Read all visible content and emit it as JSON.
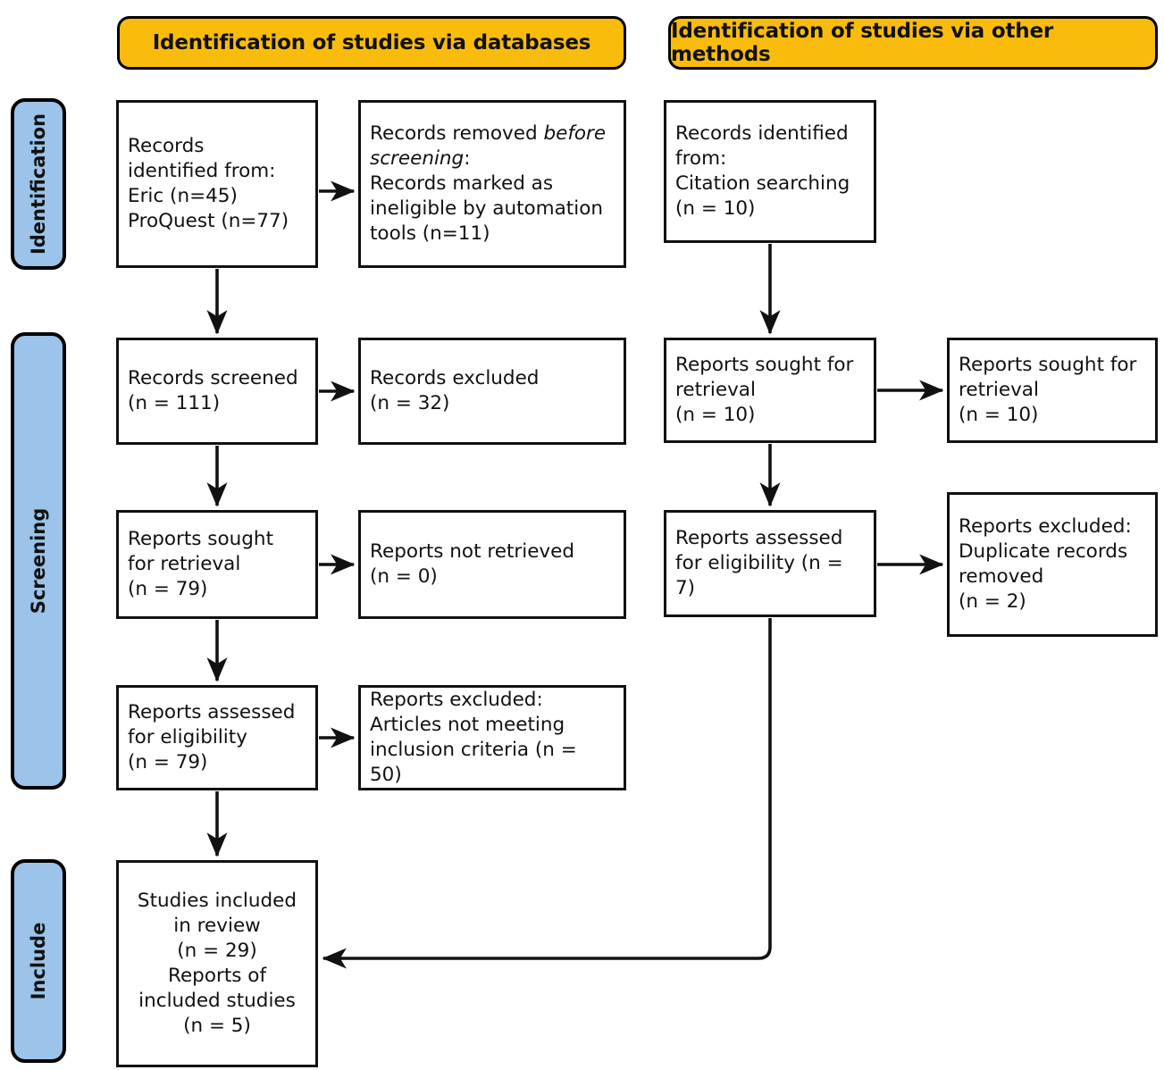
{
  "colors": {
    "banner_fill": "#FABC0C",
    "stage_fill": "#9CC3E9",
    "stroke": "#111111",
    "node_fill": "#FFFFFF"
  },
  "banners": {
    "databases": "Identification of studies via databases",
    "other_methods": "Identification of studies via other methods"
  },
  "stages": {
    "identification": "Identification",
    "screening": "Screening",
    "include": "Include"
  },
  "databases_column": {
    "identified": {
      "l1": "Records",
      "l2": "identified from:",
      "l3": "Eric (n=45)",
      "l4": "ProQuest (n=77)"
    },
    "removed_before_screening": {
      "l1_a": "Records removed ",
      "l1_em": "before",
      "l2_em": "screening",
      "l2_b": ":",
      "l3": "Records marked as",
      "l4": "ineligible by automation",
      "l5": "tools (n=11)"
    },
    "screened": {
      "l1": "Records screened",
      "l2": "(n = 111)"
    },
    "excluded": {
      "l1": "Records excluded",
      "l2": "(n = 32)"
    },
    "sought_for_retrieval": {
      "l1": "Reports sought",
      "l2": "for retrieval",
      "l3": "(n = 79)"
    },
    "not_retrieved": {
      "l1": "Reports not retrieved",
      "l2": "(n = 0)"
    },
    "assessed_for_eligibility": {
      "l1": "Reports assessed",
      "l2": "for eligibility",
      "l3": "(n = 79)"
    },
    "reports_excluded": {
      "l1": "Reports excluded:",
      "l2": "Articles not meeting",
      "l3": "inclusion criteria (n = 50)"
    }
  },
  "other_methods_column": {
    "identified": {
      "l1": "Records identified",
      "l2": "from:",
      "l3": "Citation searching",
      "l4": "(n = 10)"
    },
    "sought_for_retrieval": {
      "l1": "Reports sought for",
      "l2": "retrieval",
      "l3": "(n = 10)"
    },
    "sought_for_retrieval_right": {
      "l1": "Reports sought for",
      "l2": "retrieval",
      "l3": "(n = 10)"
    },
    "assessed_for_eligibility": {
      "l1": "Reports assessed",
      "l2": "for eligibility (n = 7)"
    },
    "reports_excluded_duplicates": {
      "l1": "Reports excluded:",
      "l2": "Duplicate records",
      "l3": "removed",
      "l4": "(n = 2)"
    }
  },
  "included_box": {
    "l1": "Studies included",
    "l2": "in review",
    "l3": "(n = 29)",
    "l4": "Reports of",
    "l5": "included studies",
    "l6": "(n = 5)"
  },
  "chart_data": {
    "type": "diagram",
    "title": "PRISMA 2020 flow diagram",
    "counts": {
      "eric_records": 45,
      "proquest_records": 77,
      "records_removed_automation": 11,
      "records_screened": 111,
      "records_excluded": 32,
      "reports_sought_db": 79,
      "reports_not_retrieved": 0,
      "reports_assessed_db": 79,
      "reports_excluded_criteria": 50,
      "citation_records": 10,
      "reports_sought_other": 10,
      "reports_sought_other_right": 10,
      "reports_assessed_other": 7,
      "duplicates_removed": 2,
      "studies_included": 29,
      "reports_of_included_studies": 5
    }
  }
}
